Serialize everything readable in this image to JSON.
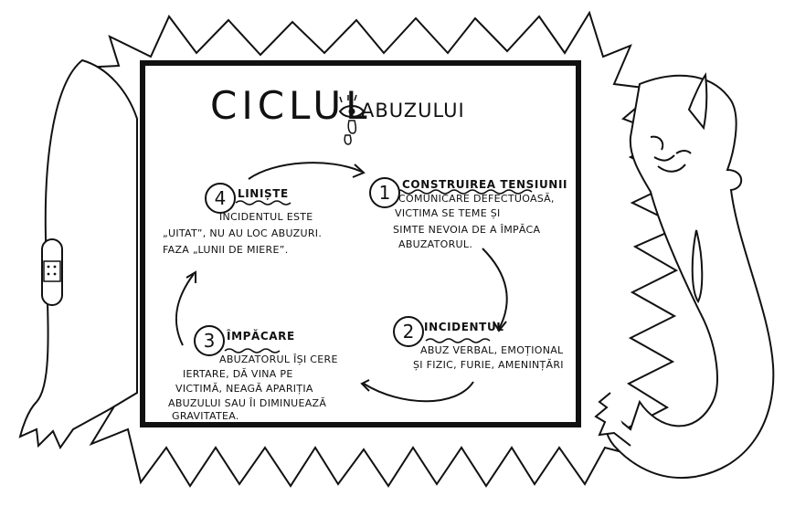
{
  "diagram": {
    "title_main": "CICLUL",
    "title_sub": "ABUZULUI",
    "steps": [
      {
        "number": "1",
        "title": "CONSTRUIREA TENSIUNII",
        "lines": [
          "COMUNICARE DEFECTUOASĂ,",
          "VICTIMA SE TEME ȘI",
          "SIMTE NEVOIA DE A ÎMPĂCA",
          "ABUZATORUL."
        ]
      },
      {
        "number": "2",
        "title": "INCIDENTUL",
        "lines": [
          "ABUZ VERBAL, EMOȚIONAL",
          "ȘI FIZIC, FURIE, AMENINȚĂRI"
        ]
      },
      {
        "number": "3",
        "title": "ÎMPĂCARE",
        "lines": [
          "ABUZATORUL ÎȘI CERE",
          "IERTARE, DĂ VINA PE",
          "VICTIMĂ, NEAGĂ APARIȚIA",
          "ABUZULUI SAU ÎI DIMINUEAZĂ",
          "GRAVITATEA."
        ]
      },
      {
        "number": "4",
        "title": "LINIȘTE",
        "lines": [
          "INCIDENTUL ESTE",
          "„UITAT”, NU AU LOC ABUZURI.",
          "FAZA „LUNII DE MIERE”."
        ]
      }
    ]
  }
}
